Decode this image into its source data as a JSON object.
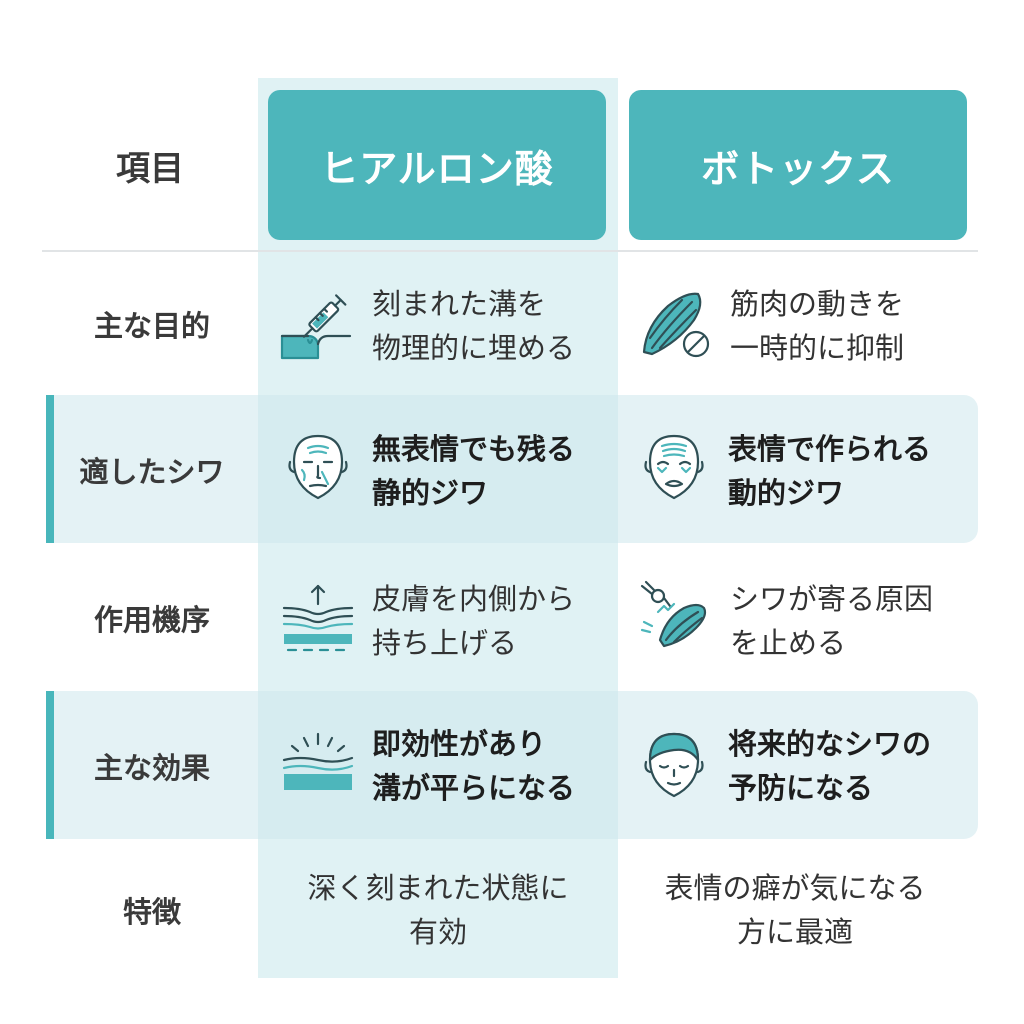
{
  "header": {
    "item_label": "項目",
    "hyaluronic": "ヒアルロン酸",
    "botox": "ボトックス"
  },
  "rows": [
    {
      "label": "主な目的",
      "hyaluronic": [
        "刻まれた溝を",
        "物理的に埋める"
      ],
      "botox": [
        "筋肉の動きを",
        "一時的に抑制"
      ]
    },
    {
      "label": "適したシワ",
      "hyaluronic": [
        "無表情でも残る",
        "静的ジワ"
      ],
      "botox": [
        "表情で作られる",
        "動的ジワ"
      ]
    },
    {
      "label": "作用機序",
      "hyaluronic": [
        "皮膚を内側から",
        "持ち上げる"
      ],
      "botox": [
        "シワが寄る原因",
        "を止める"
      ]
    },
    {
      "label": "主な効果",
      "hyaluronic": [
        "即効性があり",
        "溝が平らになる"
      ],
      "botox": [
        "将来的なシワの",
        "予防になる"
      ]
    },
    {
      "label": "特徴",
      "hyaluronic": [
        "深く刻まれた状態に",
        "有効"
      ],
      "botox": [
        "表情の癖が気になる",
        "方に最適"
      ]
    }
  ],
  "icons": {
    "r1_hyaluronic": "syringe-icon",
    "r1_botox": "muscle-block-icon",
    "r2_hyaluronic": "face-static-wrinkle-icon",
    "r2_botox": "face-expression-wrinkle-icon",
    "r3_hyaluronic": "skin-lift-icon",
    "r3_botox": "nerve-muscle-block-icon",
    "r4_hyaluronic": "smooth-skin-icon",
    "r4_botox": "calm-face-icon"
  },
  "colors": {
    "accent": "#4db6bb",
    "accent_dark": "#2a8f95",
    "icon_stroke": "#2f4f55",
    "column_tint": "#c6e8eb",
    "band_tint": "#cde8ec",
    "rule": "#e1e4e6"
  }
}
